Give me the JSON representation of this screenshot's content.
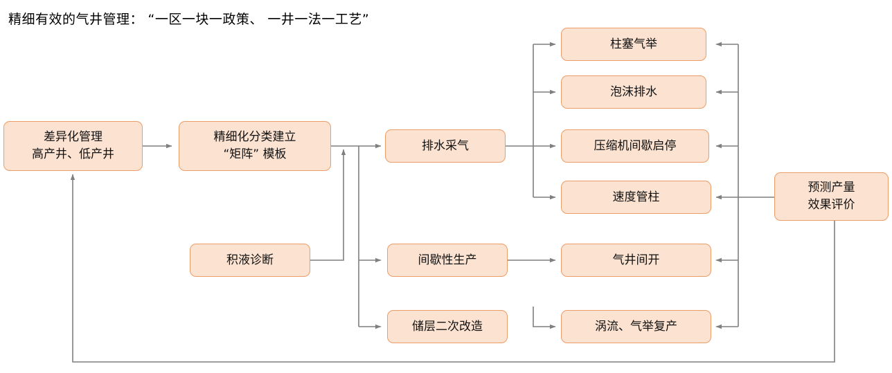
{
  "page": {
    "title": "精细有效的气井管理： “一区一块一政策、 一井一法一工艺”",
    "background": "#ffffff",
    "node_fill": "#fbe2d1",
    "node_border": "#ec9c66",
    "edge_color": "#7f7f7f"
  },
  "nodes": {
    "differentiated_management": {
      "line1": "差异化管理",
      "line2": "高产井、低产井"
    },
    "classification_matrix": {
      "line1": "精细化分类建立",
      "line2": "“矩阵” 模板"
    },
    "liquid_loading_diagnosis": {
      "line1": "积液诊断",
      "line2": ""
    },
    "drainage_gas_recovery": {
      "line1": "排水采气",
      "line2": ""
    },
    "intermittent_production": {
      "line1": "间歇性生产",
      "line2": ""
    },
    "reservoir_restimulation": {
      "line1": "储层二次改造",
      "line2": ""
    },
    "plunger_lift": {
      "line1": "柱塞气举",
      "line2": ""
    },
    "foam_drainage": {
      "line1": "泡沫排水",
      "line2": ""
    },
    "compressor_cycling": {
      "line1": "压缩机间歇启停",
      "line2": ""
    },
    "velocity_string": {
      "line1": "速度管柱",
      "line2": ""
    },
    "gas_well_intermittent_opening": {
      "line1": "气井间开",
      "line2": ""
    },
    "vortex_gas_lift_restart": {
      "line1": "涡流、气举复产",
      "line2": ""
    },
    "production_forecast_evaluation": {
      "line1": "预测产量",
      "line2": "效果评价"
    }
  }
}
